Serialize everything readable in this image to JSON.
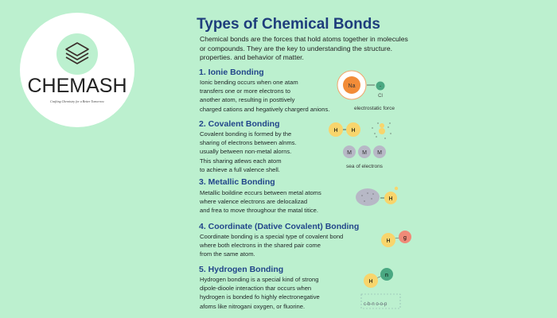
{
  "logo": {
    "name": "CHEMASH",
    "tagline": "Crafting Chemistry for a Better Tomorrow",
    "icon": "layers-icon"
  },
  "title": "Types of Chemical Bonds",
  "intro": [
    "Chemical bonds are the forces that hold atoms together in molecules",
    "or compounds. They are the key to understanding the structure.",
    "properties. and behavior of matter."
  ],
  "sections": [
    {
      "heading": "1. Ionie Bonding",
      "lines": [
        "Ionic bending occurs when one atam",
        "transfers one or more electrons to",
        "another atom, resulting in posttively",
        "charged cations and hegatively chargerd anions."
      ]
    },
    {
      "heading": "2. Covalent Bonding",
      "lines": [
        "Covalent bonding is formed by the",
        "sharing of electrons between alnms.",
        "usually between non-metal alorns.",
        "This sharing atlews each atom",
        "to achieve a full valence shell."
      ]
    },
    {
      "heading": "3. Metallic Bonding",
      "lines": [
        "Metallic boildine eccurs between metal atoms",
        "where valence electrons are delocalizad",
        "and frea to move throughour the matal titice."
      ]
    },
    {
      "heading": "4. Coordinate (Dative Covalent) Bonding",
      "lines": [
        "Coordinate bonding is a special type of covalent bond",
        "where both electrons in the shared pair come",
        "from the same atom."
      ]
    },
    {
      "heading": "5. Hydrogen Bonding",
      "lines": [
        "Hydrogen bonding is a special kind of strong",
        "dipole-dioole interaction thar occurs when",
        "hydrogen is bonded fo highly electronegative",
        "afoms like nitrogani oxygen, or fluorine."
      ]
    }
  ],
  "diagrams": {
    "ionic": {
      "atom": "Na",
      "ion": "-",
      "ion_label": "Cl",
      "caption": "electrostatic force"
    },
    "covalent": {
      "a": "H",
      "b": "H"
    },
    "metal": {
      "atoms": [
        "M",
        "M",
        "M"
      ],
      "caption": "sea of electrons"
    },
    "metallic": {
      "atom": "H"
    },
    "coordinate": {
      "a": "H",
      "b": "g"
    },
    "hydrogen": {
      "a": "H",
      "b": "n",
      "note": "c-b-n o-o-p"
    }
  },
  "colors": {
    "bg": "#bcf0cf",
    "title": "#1e3d7c",
    "orange": "#f28c38",
    "yellow": "#f8d56c",
    "gray": "#b7b8c6",
    "green": "#4aa882",
    "red": "#f08a78"
  }
}
